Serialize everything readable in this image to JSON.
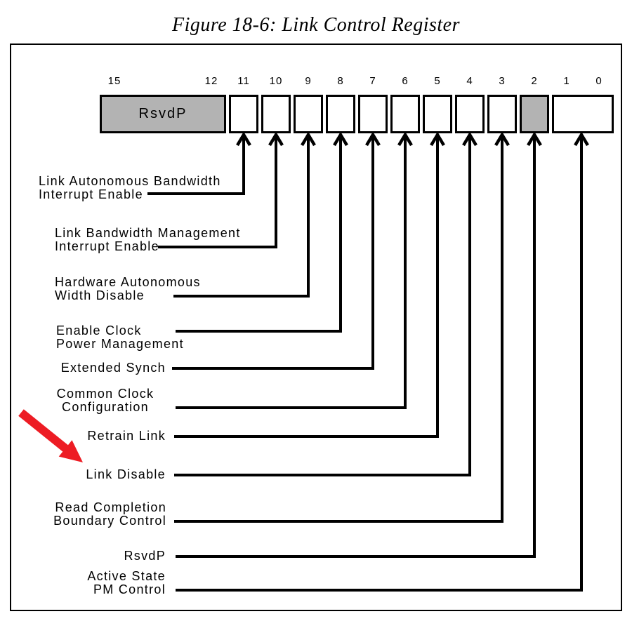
{
  "title": "Figure 18-6: Link Control Register",
  "register": {
    "bit_numbers": [
      15,
      12,
      11,
      10,
      9,
      8,
      7,
      6,
      5,
      4,
      3,
      2,
      1,
      0
    ],
    "cells": [
      {
        "bits_high": 15,
        "bits_low": 12,
        "label": "RsvdP",
        "shaded": true
      },
      {
        "bits_high": 11,
        "bits_low": 11,
        "label": "",
        "shaded": false
      },
      {
        "bits_high": 10,
        "bits_low": 10,
        "label": "",
        "shaded": false
      },
      {
        "bits_high": 9,
        "bits_low": 9,
        "label": "",
        "shaded": false
      },
      {
        "bits_high": 8,
        "bits_low": 8,
        "label": "",
        "shaded": false
      },
      {
        "bits_high": 7,
        "bits_low": 7,
        "label": "",
        "shaded": false
      },
      {
        "bits_high": 6,
        "bits_low": 6,
        "label": "",
        "shaded": false
      },
      {
        "bits_high": 5,
        "bits_low": 5,
        "label": "",
        "shaded": false
      },
      {
        "bits_high": 4,
        "bits_low": 4,
        "label": "",
        "shaded": false
      },
      {
        "bits_high": 3,
        "bits_low": 3,
        "label": "",
        "shaded": false
      },
      {
        "bits_high": 2,
        "bits_low": 2,
        "label": "",
        "shaded": true
      },
      {
        "bits_high": 1,
        "bits_low": 0,
        "label": "",
        "shaded": false
      }
    ]
  },
  "fields": [
    {
      "lines": [
        "Link Autonomous Bandwidth",
        "Interrupt Enable"
      ],
      "bit": "11"
    },
    {
      "lines": [
        "Link Bandwidth Management",
        "Interrupt Enable"
      ],
      "bit": "10"
    },
    {
      "lines": [
        "Hardware Autonomous",
        "Width Disable"
      ],
      "bit": "9"
    },
    {
      "lines": [
        "Enable Clock",
        "Power Management"
      ],
      "bit": "8"
    },
    {
      "lines": [
        "Extended Synch"
      ],
      "bit": "7"
    },
    {
      "lines": [
        "Common Clock",
        "Configuration"
      ],
      "bit": "6"
    },
    {
      "lines": [
        "Retrain Link"
      ],
      "bit": "5"
    },
    {
      "lines": [
        "Link Disable"
      ],
      "bit": "4",
      "highlighted_by_red_arrow": true
    },
    {
      "lines": [
        "Read Completion",
        "Boundary Control"
      ],
      "bit": "3"
    },
    {
      "lines": [
        "RsvdP"
      ],
      "bit": "2"
    },
    {
      "lines": [
        "Active State",
        "PM Control"
      ],
      "bit": "1:0"
    }
  ],
  "colors": {
    "shaded_cell": "#b3b3b3",
    "line": "#000000",
    "red_arrow": "#ed1c24"
  }
}
